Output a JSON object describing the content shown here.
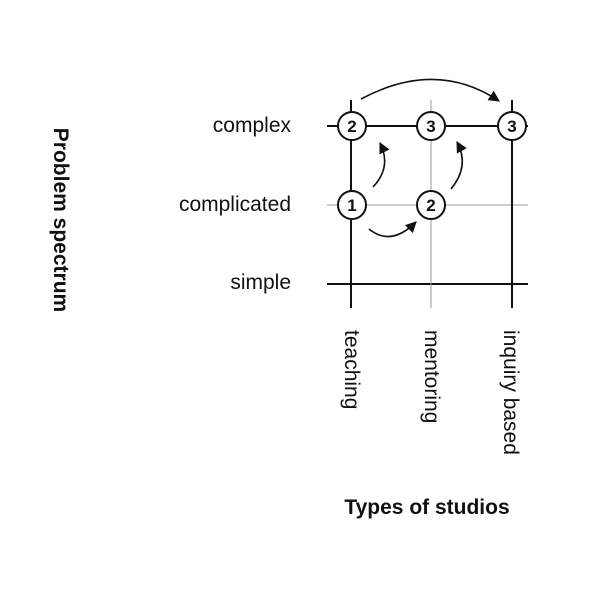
{
  "diagram": {
    "y_axis_title": "Problem spectrum",
    "x_axis_title": "Types of studios",
    "rows": [
      "complex",
      "complicated",
      "simple"
    ],
    "columns": [
      "teaching",
      "mentoring",
      "inquiry based"
    ],
    "nodes": [
      {
        "row": "complex",
        "column": "teaching",
        "label": "2"
      },
      {
        "row": "complex",
        "column": "mentoring",
        "label": "3"
      },
      {
        "row": "complex",
        "column": "inquiry based",
        "label": "3"
      },
      {
        "row": "complicated",
        "column": "teaching",
        "label": "1"
      },
      {
        "row": "complicated",
        "column": "mentoring",
        "label": "2"
      }
    ],
    "arrows": [
      {
        "from": "complicated/teaching",
        "to": "complicated/mentoring"
      },
      {
        "from": "complicated/teaching",
        "to": "complex/teaching"
      },
      {
        "from": "complicated/mentoring",
        "to": "complex/mentoring"
      },
      {
        "from": "complex/teaching",
        "to": "complex/inquiry based"
      }
    ],
    "colors": {
      "line": "#111111",
      "grid": "#999999",
      "node_fill": "#ffffff"
    }
  }
}
